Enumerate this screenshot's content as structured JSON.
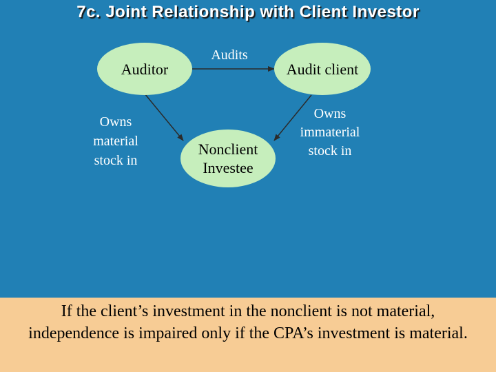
{
  "title": "7c. Joint Relationship with Client Investor",
  "nodes": {
    "auditor": "Auditor",
    "audit_client": "Audit client",
    "nonclient_investee": [
      "Nonclient",
      "Investee"
    ]
  },
  "edges": {
    "audits": "Audits",
    "owns_material": [
      "Owns",
      "material",
      "stock in"
    ],
    "owns_immaterial": [
      "Owns",
      "immaterial",
      "stock in"
    ]
  },
  "note": "If the client’s investment in the nonclient is not material, independence is impaired only if the CPA’s investment is material.",
  "colors": {
    "background": "#2180b5",
    "node_fill": "#c6eebc",
    "note_background": "#f7cc95",
    "arrow": "#2b2b2b"
  }
}
